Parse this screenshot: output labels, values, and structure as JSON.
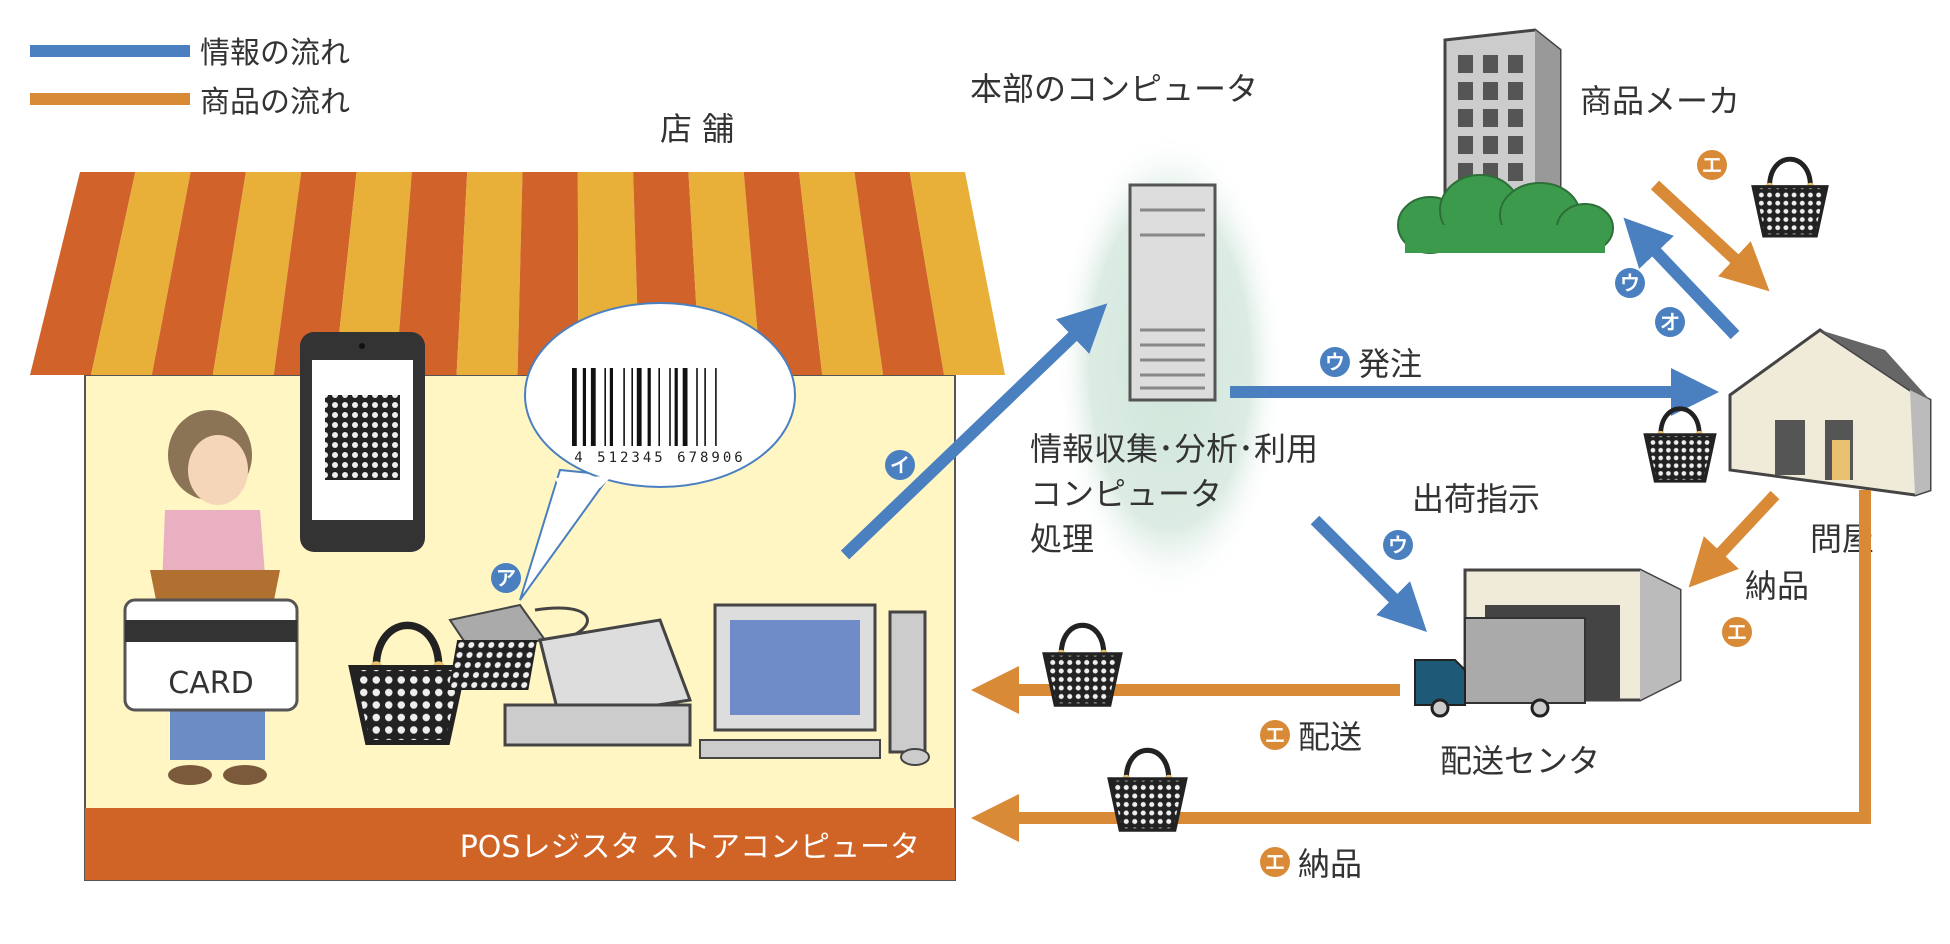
{
  "legend": {
    "info_flow": "情報の流れ",
    "goods_flow": "商品の流れ"
  },
  "colors": {
    "info": "#4a7fc0",
    "goods": "#d98a36",
    "roof_dark": "#d0622a",
    "roof_light": "#e8b038",
    "store_wall": "#fff6c4"
  },
  "store": {
    "title": "店 舗",
    "footer": "POSレジスタ ストアコンピュータ",
    "card": "CARD",
    "barcode_number": "4 512345 678906"
  },
  "hq": {
    "title": "本部のコンピュータ",
    "desc_line1": "情報収集･分析･利用",
    "desc_line2": "コンピュータ",
    "desc_line3": "処理"
  },
  "maker": {
    "title": "商品メーカ"
  },
  "wholesaler": {
    "title": "問屋"
  },
  "distribution": {
    "title": "配送センタ"
  },
  "markers": {
    "a": "ア",
    "i": "イ",
    "u": "ウ",
    "e": "エ",
    "o": "オ"
  },
  "flows": {
    "order": "発注",
    "ship_instruction": "出荷指示",
    "delivery_to_center": "納品",
    "shipping": "配送",
    "delivery_to_store": "納品"
  }
}
